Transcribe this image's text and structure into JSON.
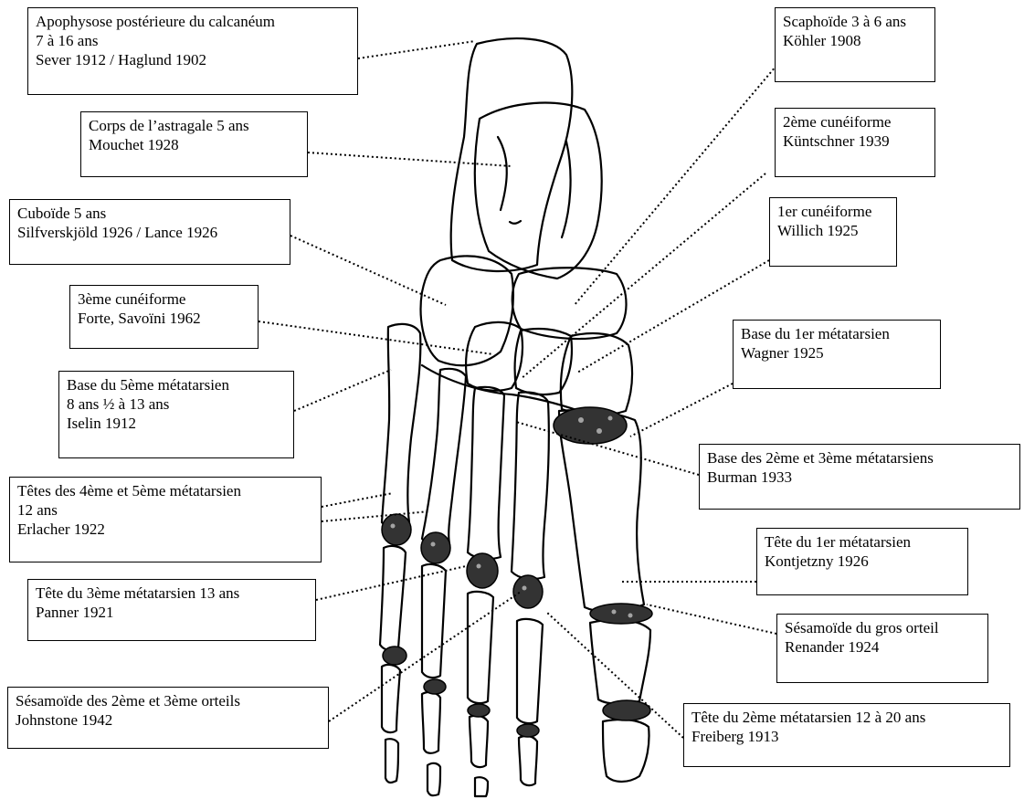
{
  "labels": [
    {
      "id": "calcaneum",
      "lines": [
        "Apophysose postérieure du calcanéum",
        "7 à 16 ans",
        "Sever 1912 / Haglund 1902"
      ]
    },
    {
      "id": "astragale",
      "lines": [
        "Corps de l’astragale 5 ans",
        "Mouchet 1928"
      ]
    },
    {
      "id": "cuboide",
      "lines": [
        "Cuboïde 5 ans",
        "Silfverskjöld 1926 / Lance 1926"
      ]
    },
    {
      "id": "cuneiforme3",
      "lines": [
        "3ème cunéiforme",
        "Forte, Savoïni 1962"
      ]
    },
    {
      "id": "base-5-meta",
      "lines": [
        "Base du 5ème métatarsien",
        "8 ans ½ à 13 ans",
        "Iselin 1912"
      ]
    },
    {
      "id": "tetes-4-5-meta",
      "lines": [
        "Têtes des 4ème et 5ème métatarsien",
        "12 ans",
        "Erlacher 1922"
      ]
    },
    {
      "id": "tete-3-meta",
      "lines": [
        "Tête du 3ème métatarsien 13 ans",
        "Panner 1921"
      ]
    },
    {
      "id": "sesamoide-2-3",
      "lines": [
        "Sésamoïde des 2ème et 3ème orteils",
        "Johnstone 1942"
      ]
    },
    {
      "id": "scaphoide",
      "lines": [
        "Scaphoïde 3 à 6 ans",
        "Köhler 1908"
      ]
    },
    {
      "id": "cuneiforme2",
      "lines": [
        "2ème cunéiforme",
        "Küntschner 1939"
      ]
    },
    {
      "id": "cuneiforme1",
      "lines": [
        "1er cunéiforme",
        "Willich 1925"
      ]
    },
    {
      "id": "base-1-meta",
      "lines": [
        "Base du 1er métatarsien",
        "Wagner 1925"
      ]
    },
    {
      "id": "base-2-3-meta",
      "lines": [
        "Base des 2ème  et 3ème métatarsiens",
        "Burman 1933"
      ]
    },
    {
      "id": "tete-1-meta",
      "lines": [
        "Tête du 1er métatarsien",
        "Kontjetzny 1926"
      ]
    },
    {
      "id": "sesamoide-gros-orteil",
      "lines": [
        "Sésamoïde du gros orteil",
        "Renander 1924"
      ]
    },
    {
      "id": "tete-2-meta",
      "lines": [
        "Tête du 2ème métatarsien 12 à 20 ans",
        "Freiberg 1913"
      ]
    }
  ],
  "colors": {
    "line": "#000000",
    "background": "#ffffff",
    "osteochondrosis_fill": "#333333"
  }
}
